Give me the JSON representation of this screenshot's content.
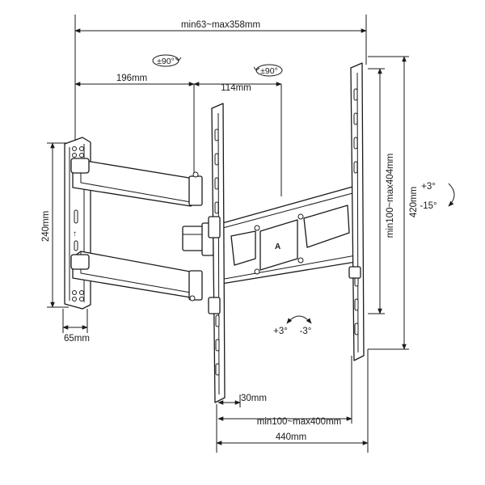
{
  "dimensions": {
    "depth_range": "min63~max358mm",
    "arm_length_1": "196mm",
    "arm_length_2": "114mm",
    "wall_plate_height": "240mm",
    "wall_plate_width": "65mm",
    "vertical_hole_range": "min100~max404mm",
    "bracket_height": "420mm",
    "horizontal_offset": "30mm",
    "horizontal_hole_range": "min100~max400mm",
    "bracket_width": "440mm"
  },
  "rotations": {
    "swivel_1": "±90°",
    "swivel_2": "±90°",
    "tilt_up": "+3°",
    "tilt_down": "-15°",
    "level_plus": "+3°",
    "level_minus": "-3°"
  },
  "marks": {
    "wall_arrow": "↑",
    "center_logo": "A"
  },
  "colors": {
    "line": "#1a1a1a",
    "background": "#ffffff"
  }
}
